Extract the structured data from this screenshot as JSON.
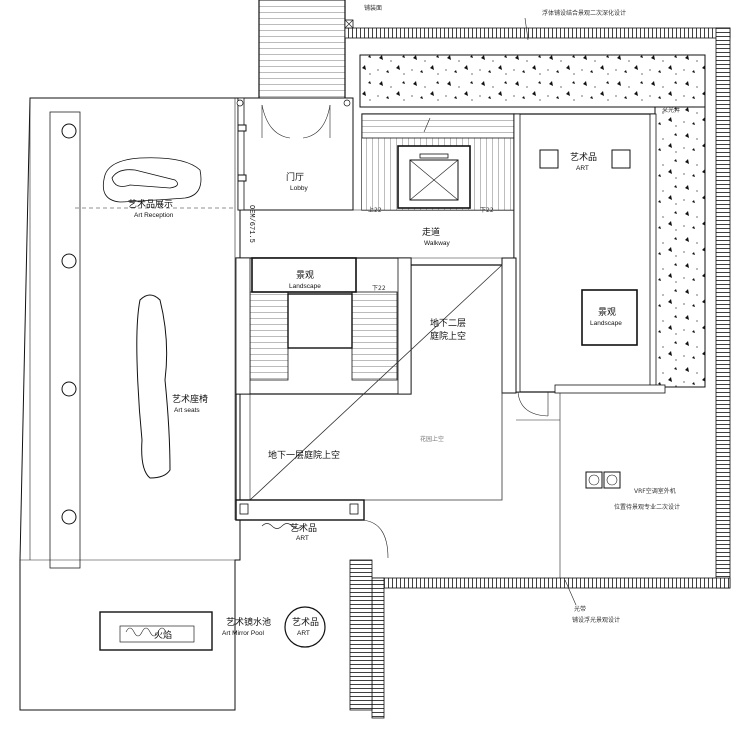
{
  "labels": {
    "top_note": "浮体铺设结合景观二次深化设计",
    "top_small": "铺装面",
    "lobby_cn": "门厅",
    "lobby_en": "Lobby",
    "art_display_cn": "艺术品展示",
    "art_display_en": "Art Reception",
    "walkway_cn": "走道",
    "walkway_en": "Walkway",
    "down_left": "上22",
    "down_right": "下22",
    "art_top_cn": "艺术品",
    "art_top_en": "ART",
    "landscape_top_cn": "景观",
    "landscape_top_en": "Landscape",
    "down_stair": "下22",
    "courtyard_b2_line1": "地下二层",
    "courtyard_b2_line2": "庭院上空",
    "landscape_right_cn": "景观",
    "landscape_right_en": "Landscape",
    "art_seats_cn": "艺术座椅",
    "art_seats_en": "Art seats",
    "garden_above": "花园上空",
    "courtyard_b1": "地下一层庭院上空",
    "art_mid_cn": "艺术品",
    "art_mid_en": "ART",
    "vrf_line1": "VRF空调室外机",
    "vrf_line2": "位置待景观专业二次设计",
    "bottom_note_line1": "光带",
    "bottom_note_line2": "铺设浮光景观设计",
    "mirror_pool_cn": "艺术镜水池",
    "mirror_pool_en": "Art Mirror Pool",
    "art_circle_cn": "艺术品",
    "art_circle_en": "ART",
    "fire_text": "火焰",
    "vertical_dim": "OEM/671.5",
    "right_edge_small": "采光井"
  }
}
